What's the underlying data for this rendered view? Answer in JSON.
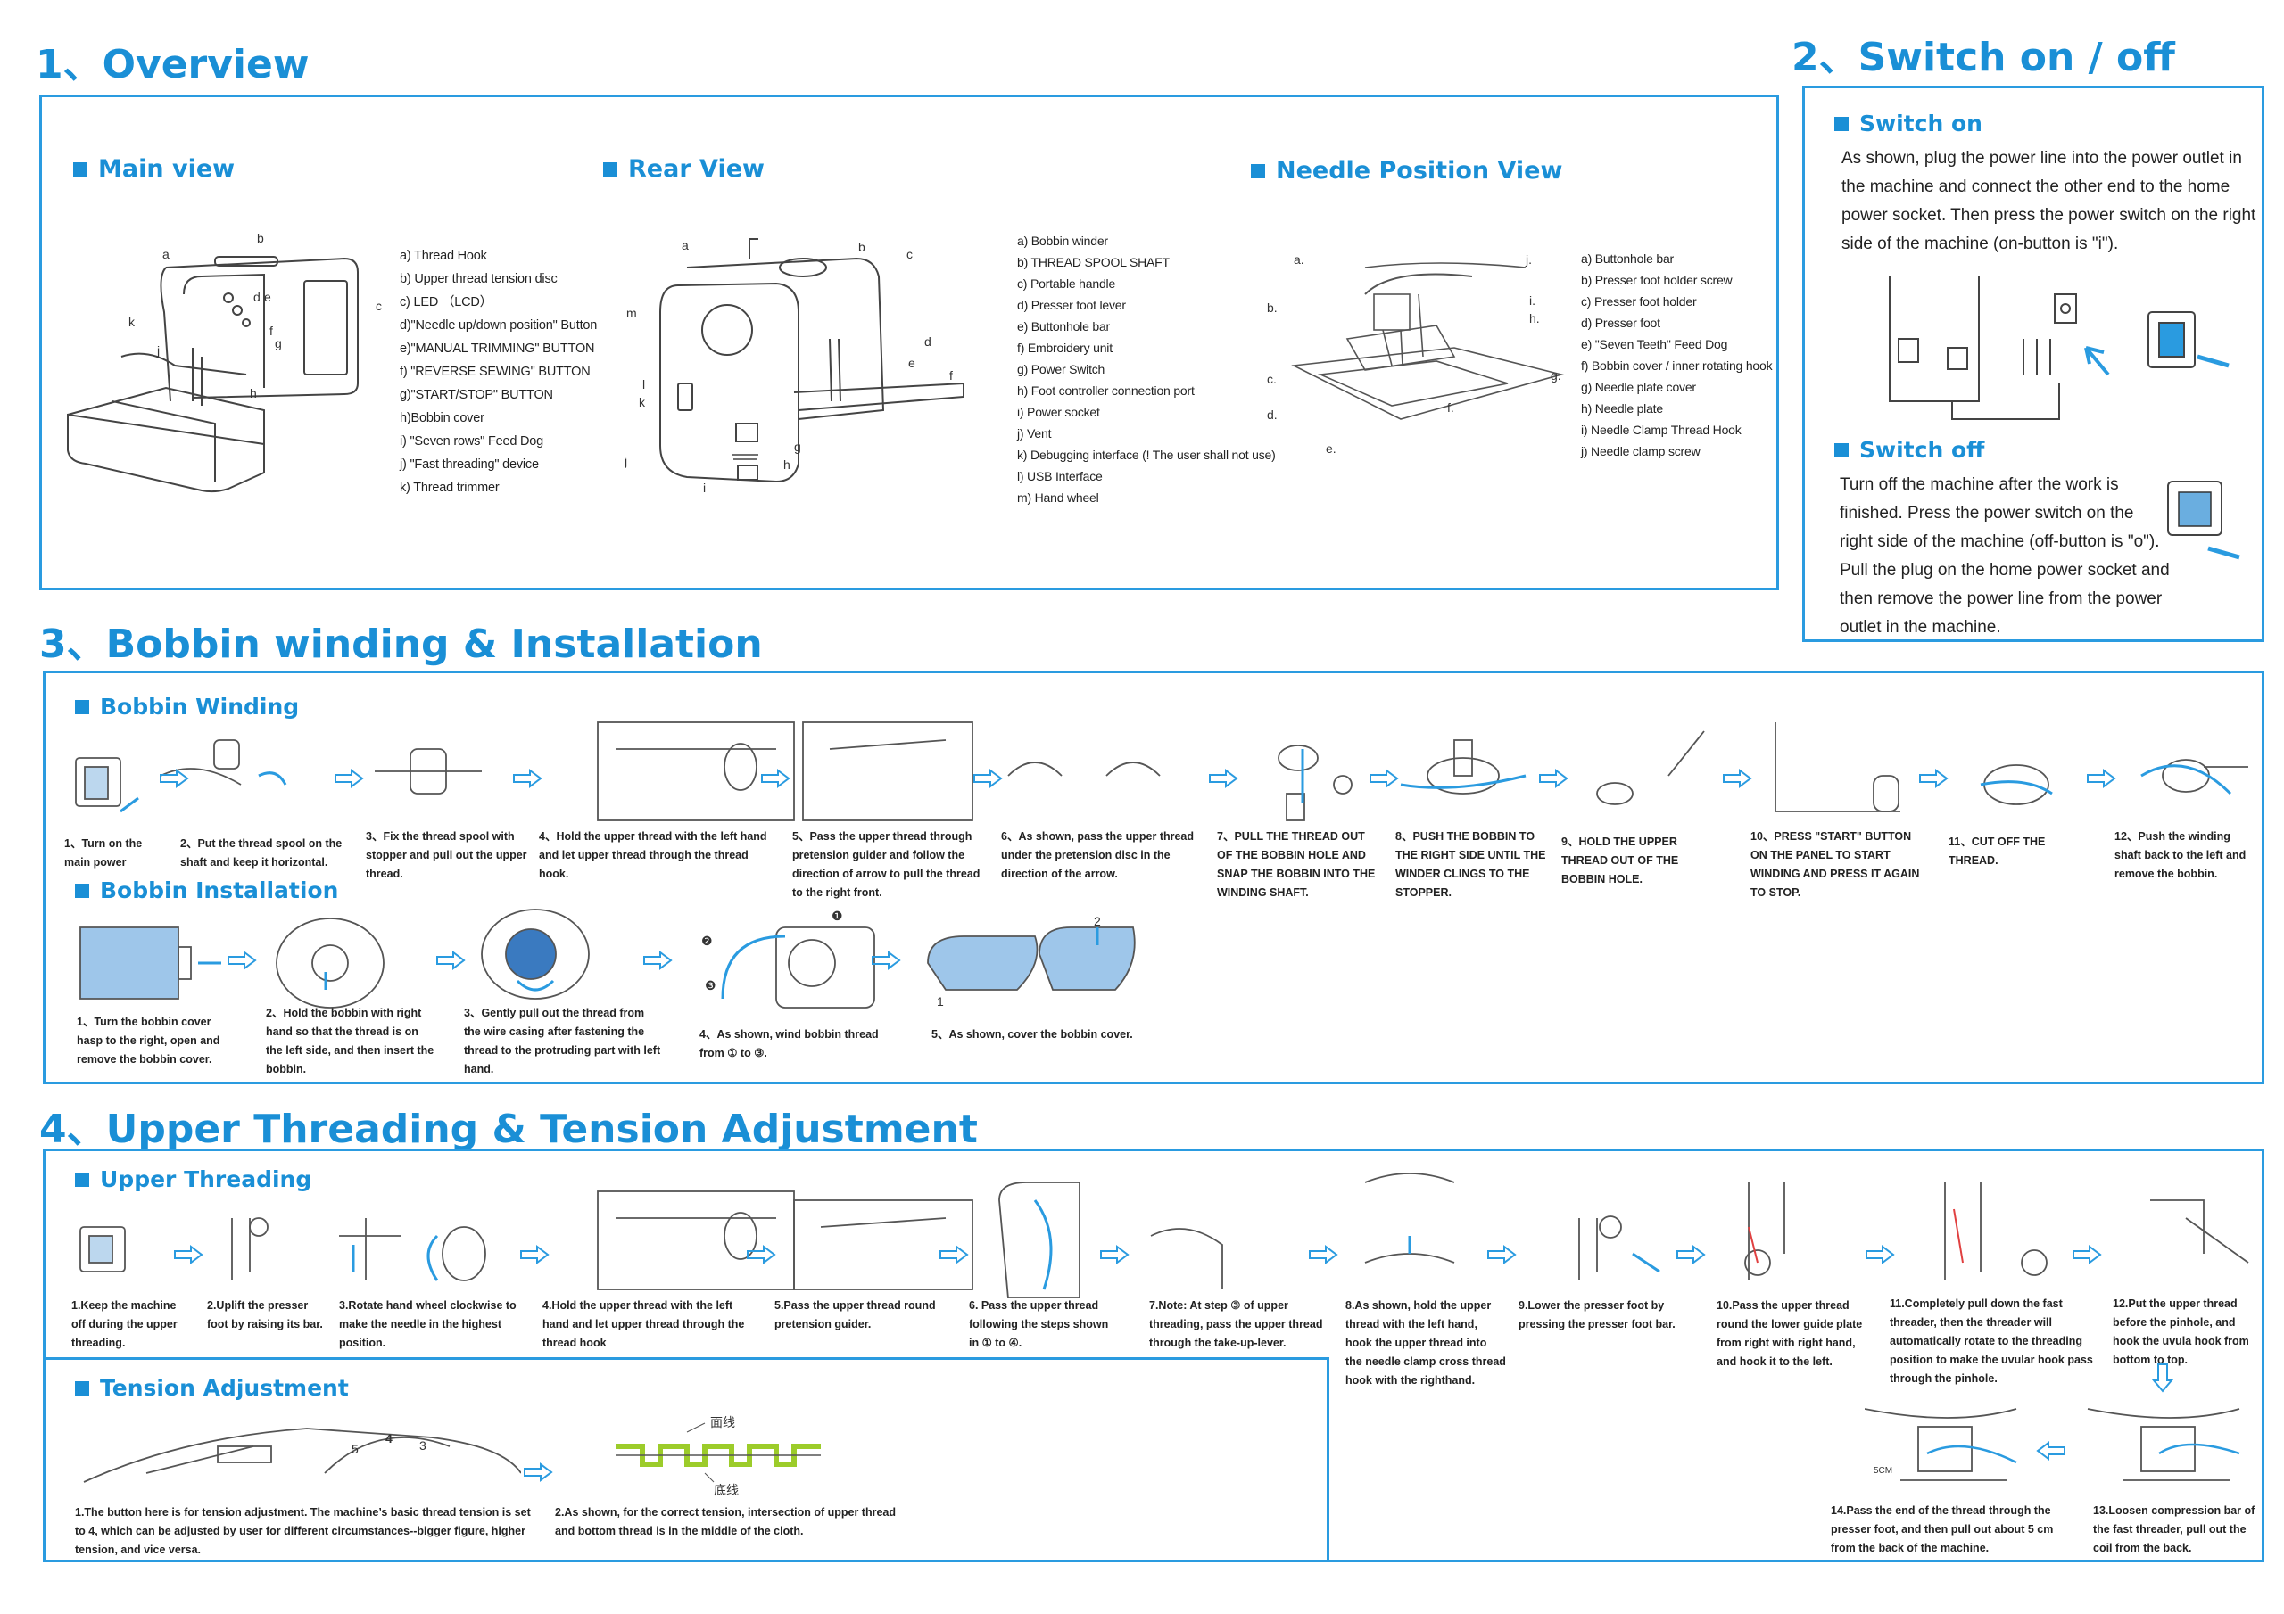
{
  "sections": {
    "overview": "1、Overview",
    "switch": "2、Switch on / off",
    "bobbin": "3、Bobbin winding & Installation",
    "threading": "4、Upper Threading & Tension Adjustment"
  },
  "overview": {
    "main_view": {
      "title": "Main view",
      "items": [
        "a) Thread Hook",
        "b) Upper thread tension disc",
        "c) LED （LCD）",
        "d)\"Needle up/down position\" Button",
        "e)\"MANUAL TRIMMING\" BUTTON",
        "f) \"REVERSE SEWING\" BUTTON",
        "g)\"START/STOP\" BUTTON",
        "h)Bobbin cover",
        "i) \"Seven rows\" Feed Dog",
        "j) \"Fast threading\" device",
        "k) Thread trimmer"
      ],
      "labels": [
        "a",
        "b",
        "c",
        "d",
        "e",
        "f",
        "g",
        "h",
        "j",
        "k"
      ]
    },
    "rear_view": {
      "title": "Rear View",
      "items": [
        "a) Bobbin winder",
        "b) THREAD SPOOL SHAFT",
        "c) Portable handle",
        "d) Presser foot lever",
        "e) Buttonhole bar",
        "f) Embroidery unit",
        "g) Power Switch",
        "h) Foot controller connection port",
        "i) Power socket",
        "j) Vent",
        "k) Debugging interface (! The user shall not use)",
        "l) USB Interface",
        "m) Hand wheel"
      ],
      "labels": [
        "a",
        "b",
        "c",
        "d",
        "e",
        "f",
        "g",
        "h",
        "i",
        "j",
        "k",
        "l",
        "m"
      ]
    },
    "needle_view": {
      "title": "Needle Position View",
      "items": [
        "a) Buttonhole bar",
        "b) Presser foot holder screw",
        "c) Presser foot holder",
        "d) Presser foot",
        "e) \"Seven Teeth\" Feed Dog",
        "f) Bobbin cover / inner rotating hook",
        "g) Needle plate cover",
        "h) Needle plate",
        "i) Needle Clamp Thread Hook",
        "j) Needle clamp screw"
      ],
      "labels": [
        "a.",
        "b.",
        "c.",
        "d.",
        "e.",
        "f.",
        "g.",
        "h.",
        "i.",
        "j."
      ]
    }
  },
  "switch": {
    "on_title": "Switch on",
    "on_text": "As shown, plug the power line into the power outlet in the machine and connect the other end to the home power socket. Then press the power switch on the right side of the machine (on-button is \"i\").",
    "off_title": "Switch off",
    "off_text": "Turn off the machine after the work is finished. Press the power switch on the right side of the machine (off-button is \"o\"). Pull the plug on the home power socket and then remove the power line from the power outlet in the machine."
  },
  "bobbin": {
    "winding_title": "Bobbin Winding",
    "winding_steps": [
      "1、Turn on the main power",
      "2、Put the thread spool on the shaft and keep it horizontal.",
      "3、Fix the thread spool with stopper and pull out the upper thread.",
      "4、Hold the upper thread with the left hand and let upper thread through the thread hook.",
      "5、Pass the upper thread through pretension guider and follow the direction of arrow to pull the thread to the right front.",
      "6、As shown, pass the upper thread under the pretension disc in the direction of the arrow.",
      "7、PULL THE THREAD OUT OF THE BOBBIN HOLE AND SNAP THE BOBBIN INTO THE WINDING SHAFT.",
      "8、PUSH THE BOBBIN TO THE RIGHT SIDE UNTIL THE WINDER CLINGS TO THE STOPPER.",
      "9、HOLD THE UPPER THREAD OUT OF THE BOBBIN HOLE.",
      "10、PRESS \"START\" BUTTON ON THE PANEL TO START WINDING AND PRESS IT AGAIN TO STOP.",
      "11、CUT OFF THE THREAD.",
      "12、Push the winding shaft back to the left and remove the bobbin."
    ],
    "install_title": "Bobbin Installation",
    "install_steps": [
      "1、Turn the bobbin cover hasp to the right, open and remove the bobbin cover.",
      "2、Hold the bobbin with right hand so that the thread is on the left side, and then insert the bobbin.",
      "3、Gently pull out the thread from the wire casing after fastening the thread to the protruding part with left hand.",
      "4、As shown, wind bobbin thread from ① to ③.",
      "5、As shown, cover the bobbin cover."
    ],
    "install_marks": [
      "❶",
      "❷",
      "❸",
      "1",
      "2"
    ]
  },
  "threading": {
    "upper_title": "Upper Threading",
    "steps": [
      "1.Keep the machine off during the upper threading.",
      "2.Uplift the presser foot by raising its bar.",
      "3.Rotate hand wheel clockwise to make the needle in the highest position.",
      "4.Hold the upper thread with the left hand and let upper thread through the thread hook",
      "5.Pass the upper thread round pretension guider.",
      "6. Pass the upper thread following the steps shown in ① to ④.",
      "7.Note: At step ③ of upper threading, pass the upper thread through the take-up-lever.",
      "8.As shown, hold the upper thread with the left hand, hook the upper thread into the needle clamp cross thread hook with the righthand.",
      "9.Lower the presser foot by pressing the presser foot bar.",
      "10.Pass the upper thread round the lower guide plate from right with right hand, and hook it to the left.",
      "11.Completely pull down the fast threader, then the threader will automatically rotate to the threading position to make the uvular hook pass through the pinhole.",
      "12.Put the upper thread before the pinhole, and hook the uvula hook from bottom to top.",
      "13.Loosen compression bar of the fast threader, pull out the coil from the back.",
      "14.Pass the end of the thread through the presser foot, and then pull out about 5 cm from the back of the machine."
    ],
    "tension_title": "Tension Adjustment",
    "tension_text1": "1.The button here is for tension adjustment. The machine’s basic thread tension is set to 4, which can be adjusted by user for different circumstances--bigger figure, higher tension, and vice versa.",
    "tension_text2": "2.As shown, for the correct tension, intersection of upper thread and bottom thread is in the middle of the cloth.",
    "upper_thread_cn": "面线",
    "bottom_thread_cn": "底线",
    "dial_numbers": [
      "5",
      "4",
      "3"
    ],
    "foot_label": "5CM"
  },
  "colors": {
    "accent": "#1a8fd6",
    "border": "#2a9be0",
    "thread_green": "#9ccc2a"
  }
}
